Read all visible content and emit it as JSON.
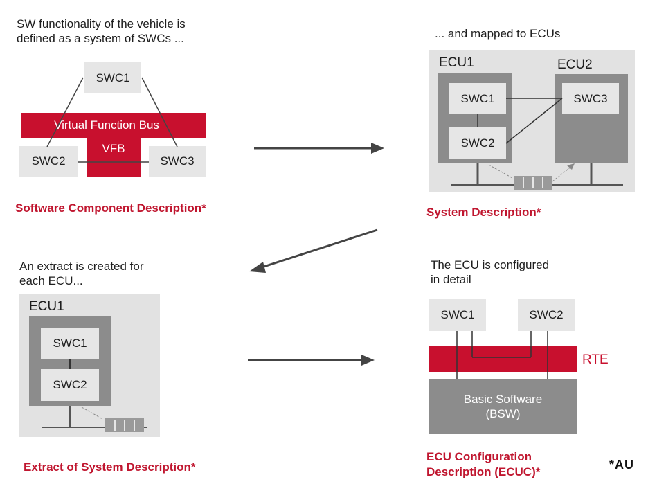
{
  "q1": {
    "intro": "SW functionality of the vehicle is\ndefined  as a system of SWCs ...",
    "swc1": "SWC1",
    "swc2": "SWC2",
    "swc3": "SWC3",
    "vfb_bar": "Virtual Function Bus",
    "vfb": "VFB",
    "caption": "Software Component Description*"
  },
  "q2": {
    "intro": "... and mapped to ECUs",
    "ecu1": "ECU1",
    "ecu2": "ECU2",
    "swc1": "SWC1",
    "swc2": "SWC2",
    "swc3": "SWC3",
    "caption": "System Description*"
  },
  "q3": {
    "intro": "An extract is created for\neach ECU...",
    "ecu1": "ECU1",
    "swc1": "SWC1",
    "swc2": "SWC2",
    "caption": "Extract of System Description*"
  },
  "q4": {
    "intro": "The ECU is configured\nin detail",
    "swc1": "SWC1",
    "swc2": "SWC2",
    "rte": "RTE",
    "bsw": "Basic Software\n(BSW)",
    "caption": "ECU Configuration\nDescription (ECUC)*"
  },
  "footer": {
    "logo": "*AU"
  },
  "colors": {
    "accent": "#c8102e",
    "ecu": "#8c8c8c",
    "panel": "#e2e2e2"
  }
}
